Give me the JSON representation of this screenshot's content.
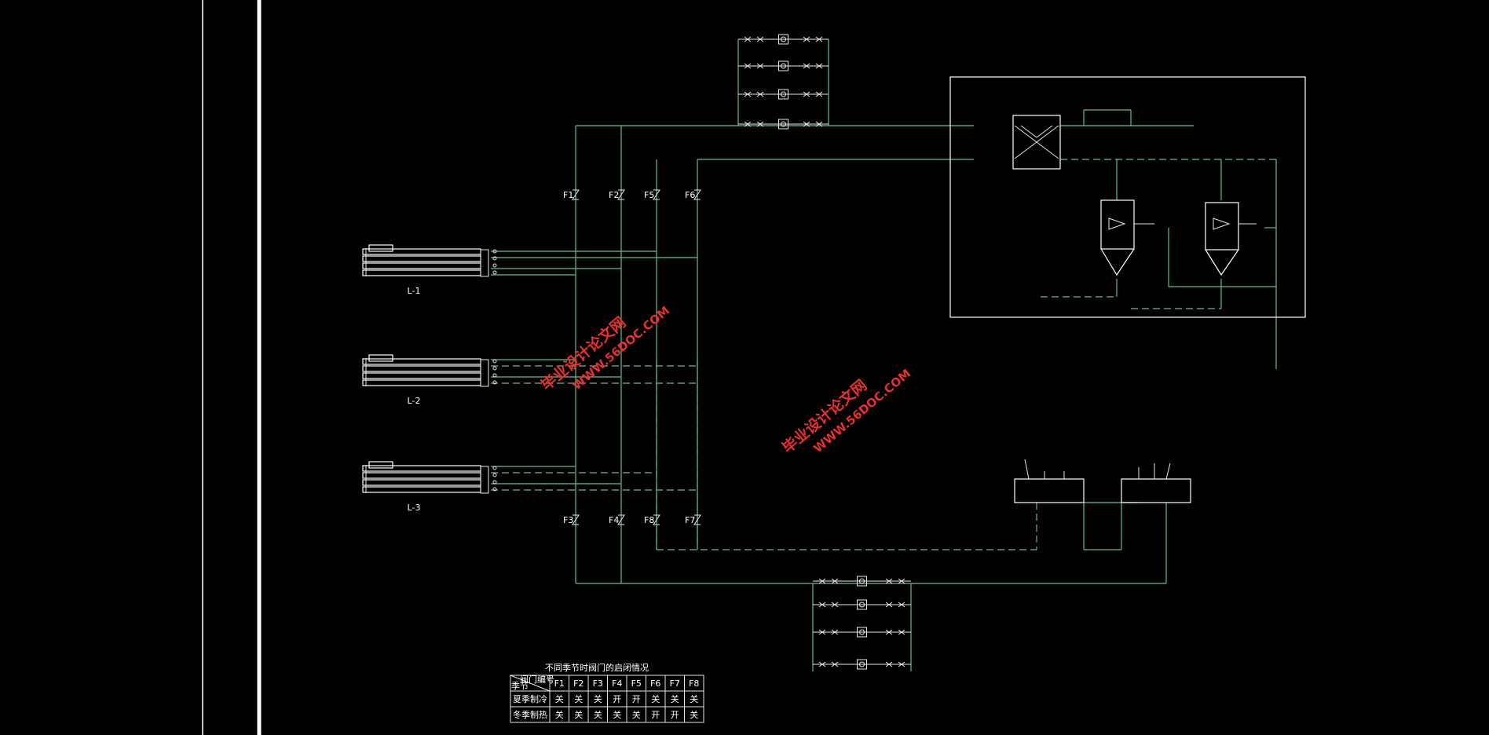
{
  "watermarks": [
    {
      "line1": "毕业设计论文网",
      "line2": "WWW.56DOC.COM"
    },
    {
      "line1": "毕业设计论文网",
      "line2": "WWW.56DOC.COM"
    }
  ],
  "units": [
    {
      "id": "u1",
      "label": "L-1"
    },
    {
      "id": "u2",
      "label": "L-2"
    },
    {
      "id": "u3",
      "label": "L-3"
    }
  ],
  "valves_top": [
    "F1",
    "F2",
    "F5",
    "F6"
  ],
  "valves_bottom": [
    "F3",
    "F4",
    "F8",
    "F7"
  ],
  "table": {
    "title": "不同季节时阀门的启闭情况",
    "corner_top": "阀门编号",
    "corner_bottom": "季节",
    "columns": [
      "F1",
      "F2",
      "F3",
      "F4",
      "F5",
      "F6",
      "F7",
      "F8"
    ],
    "rows": [
      {
        "season": "夏季制冷",
        "values": [
          "关",
          "关",
          "关",
          "开",
          "开",
          "关",
          "关",
          "关"
        ]
      },
      {
        "season": "冬季制热",
        "values": [
          "关",
          "关",
          "关",
          "关",
          "关",
          "开",
          "开",
          "关"
        ]
      }
    ]
  },
  "colors": {
    "background": "#000000",
    "pipe": "#5fbf8e",
    "symbol": "#e8e8e8",
    "watermark": "#e8312a"
  }
}
